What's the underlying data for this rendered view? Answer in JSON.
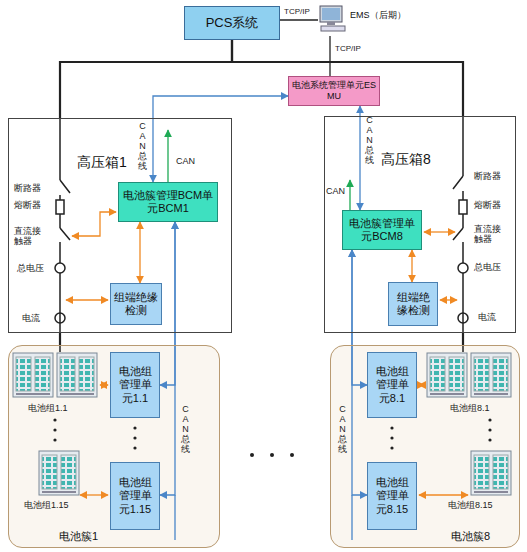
{
  "diagram": {
    "nodes": [
      {
        "text": [
          "PCS系统"
        ]
      },
      {
        "text": [
          "EMS（后期）"
        ]
      },
      {
        "text": [
          "电池系统管理单元ESMU"
        ]
      },
      {
        "text": [
          "高压箱1"
        ]
      },
      {
        "text": [
          "电池簇管理BCM单元BCM1"
        ],
        "in": 3
      },
      {
        "text": [
          "组端绝缘检测"
        ],
        "in": 3
      },
      {
        "text": [
          "高压箱8"
        ]
      },
      {
        "text": [
          "电池簇管理单元BCM8"
        ],
        "in": 6
      },
      {
        "text": [
          "组端绝缘检测"
        ],
        "in": 6
      },
      {
        "text": [
          "电池簇1"
        ]
      },
      {
        "text": [
          "电池组管理单元1.1"
        ],
        "in": 9
      },
      {
        "text": [
          "电池组管理单元1.15"
        ],
        "in": 9
      },
      {
        "text": [
          "电池簇8"
        ]
      },
      {
        "text": [
          "电池组管理单元8.1"
        ],
        "in": 12
      },
      {
        "text": [
          "电池组管理单元8.15"
        ],
        "in": 12
      }
    ],
    "edges": [
      {
        "from": 0,
        "to": 1,
        "label": "TCP/IP",
        "arrow": "none"
      },
      {
        "from": 1,
        "to": 2,
        "label": "TCP/IP",
        "arrow": "none"
      },
      {
        "from": 2,
        "to": 4,
        "arrow": "both"
      },
      {
        "from": 2,
        "to": 7,
        "arrow": "both"
      },
      {
        "from": 4,
        "to": 10,
        "arrow": "both"
      },
      {
        "from": 4,
        "to": 11,
        "arrow": "both"
      },
      {
        "from": 7,
        "to": 13,
        "arrow": "both"
      },
      {
        "from": 7,
        "to": 14,
        "arrow": "both"
      },
      {
        "from": 4,
        "to": 5,
        "arrow": "both"
      },
      {
        "from": 7,
        "to": 8,
        "arrow": "both"
      },
      {
        "from": 0,
        "to": 3,
        "arrow": "none"
      },
      {
        "from": 0,
        "to": 6,
        "arrow": "none"
      },
      {
        "from": 3,
        "to": 9,
        "arrow": "none"
      },
      {
        "from": 6,
        "to": 12,
        "arrow": "none"
      }
    ],
    "labels": [
      "断路器",
      "熔断器",
      "直流接触器",
      "总电压",
      "电流",
      "CAN总线",
      "CAN",
      "断路器",
      "熔断器",
      "直流接触器",
      "总电压",
      "电流",
      "CAN总线",
      "CAN",
      "电池组1.1",
      "电池组1.15",
      "CAN总线",
      "电池组8.1",
      "电池组8.15",
      "CAN总线"
    ]
  }
}
